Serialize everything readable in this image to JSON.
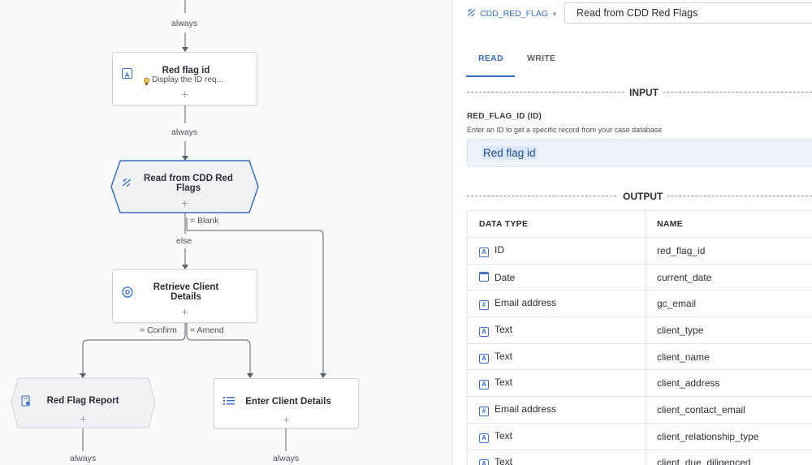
{
  "canvas": {
    "edges": {
      "always_top": "always",
      "always_mid": "always",
      "blank": "= Blank",
      "else": "else",
      "confirm": "= Confirm",
      "amend": "= Amend",
      "always_left": "always",
      "always_right": "always"
    },
    "nodes": {
      "red_flag_id": {
        "title": "Red flag id",
        "subtitle": "Display the ID req...",
        "icon": "text-field-icon"
      },
      "read_cdd": {
        "title": "Read from CDD Red Flags",
        "icon": "data-read-icon"
      },
      "retrieve_client": {
        "title": "Retrieve Client Details",
        "icon": "target-icon"
      },
      "red_flag_report": {
        "title": "Red Flag Report",
        "icon": "report-icon"
      },
      "enter_client": {
        "title": "Enter Client Details",
        "icon": "list-icon"
      }
    },
    "plus": "+"
  },
  "panel": {
    "data_source_tag": "CDD_RED_FLAG",
    "step_name": "Read from CDD Red Flags",
    "tabs": [
      {
        "label": "READ",
        "active": true
      },
      {
        "label": "WRITE",
        "active": false
      }
    ],
    "input_header": "INPUT",
    "field": {
      "label": "RED_FLAG_ID (ID)",
      "help": "Enter an ID to get a specific record from your case database",
      "value_chip": "Red flag id"
    },
    "output_header": "OUTPUT",
    "table": {
      "headers": [
        "DATA TYPE",
        "NAME"
      ],
      "rows": [
        {
          "type": "ID",
          "icon": "A",
          "name": "red_flag_id"
        },
        {
          "type": "Date",
          "icon": "calendar",
          "name": "current_date"
        },
        {
          "type": "Email address",
          "icon": "#",
          "name": "gc_email"
        },
        {
          "type": "Text",
          "icon": "A",
          "name": "client_type"
        },
        {
          "type": "Text",
          "icon": "A",
          "name": "client_name"
        },
        {
          "type": "Text",
          "icon": "A",
          "name": "client_address"
        },
        {
          "type": "Email address",
          "icon": "#",
          "name": "client_contact_email"
        },
        {
          "type": "Text",
          "icon": "A",
          "name": "client_relationship_type"
        },
        {
          "type": "Text",
          "icon": "A",
          "name": "client_due_diligenced"
        }
      ]
    }
  },
  "colors": {
    "accent": "#3a6fc4",
    "wire": "#5b6068",
    "selected_node_border": "#3a6fc4"
  }
}
